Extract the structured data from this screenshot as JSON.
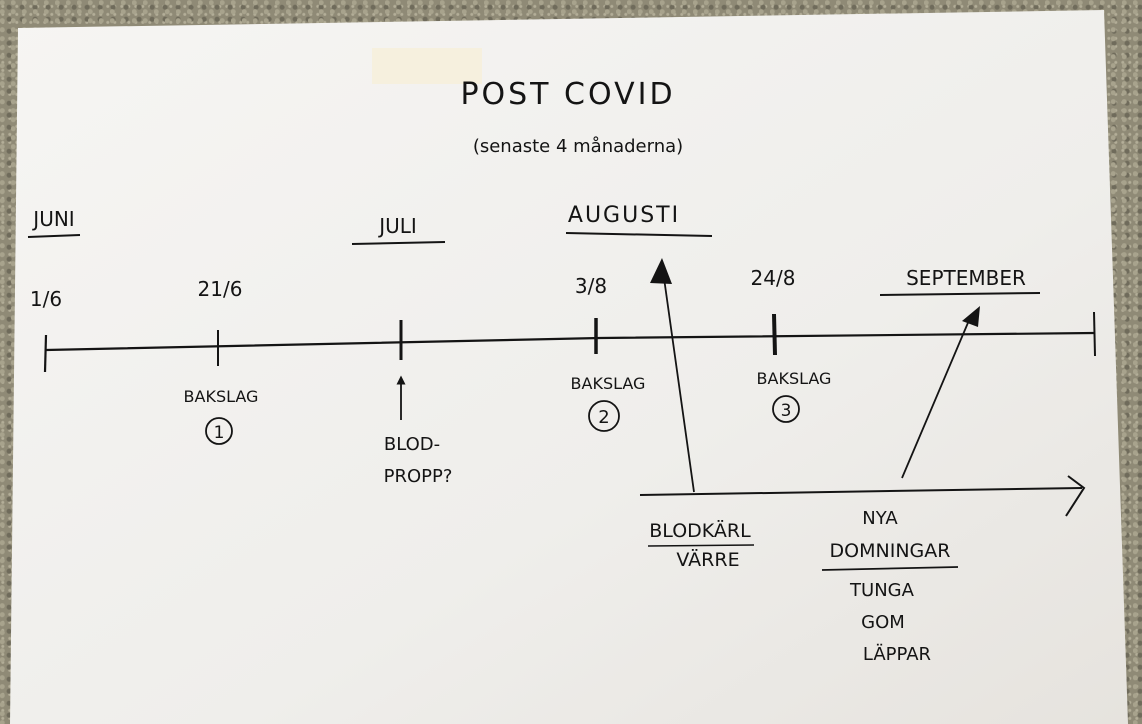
{
  "title": "POST COVID",
  "subtitle": "(senaste 4 månaderna)",
  "months": {
    "juni": "JUNI",
    "juli": "JULI",
    "augusti": "AUGUSTI",
    "september": "SEPTEMBER"
  },
  "dates": {
    "d1": "1/6",
    "d2": "21/6",
    "d3": "3/8",
    "d4": "24/8"
  },
  "events": {
    "bakslag_label": "BAKSLAG",
    "bakslag_1_num": "1",
    "bakslag_2_num": "2",
    "bakslag_3_num": "3",
    "blodpropp_line1": "BLOD-",
    "blodpropp_line2": "PROPP?"
  },
  "effects": {
    "blodkarl_line1": "BLODKÄRL",
    "blodkarl_line2": "VÄRRE",
    "domningar_line1": "NYA",
    "domningar_line2": "DOMNINGAR",
    "tunga": "TUNGA",
    "gom": "GOM",
    "lappar": "LÄPPAR"
  },
  "colors": {
    "paper": "#f2f0ed",
    "ink": "#141414",
    "tape": "#f5efdc",
    "background": "#8f8a76"
  }
}
